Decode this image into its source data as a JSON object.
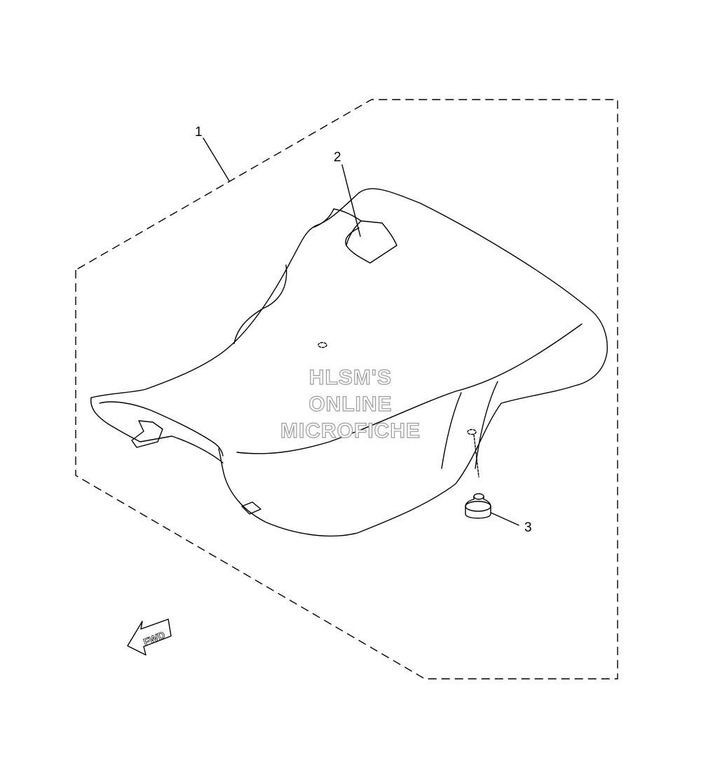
{
  "diagram": {
    "callouts": [
      {
        "label": "1",
        "part": "seat"
      },
      {
        "label": "2",
        "part": "seat strap"
      },
      {
        "label": "3",
        "part": "damper"
      }
    ],
    "watermark": [
      "HLSM'S",
      "ONLINE",
      "MICROFICHE"
    ],
    "direction_label": "FWD",
    "colors": {
      "line": "#000000",
      "background": "#ffffff",
      "watermark_outline": "#9a9a9a"
    }
  }
}
